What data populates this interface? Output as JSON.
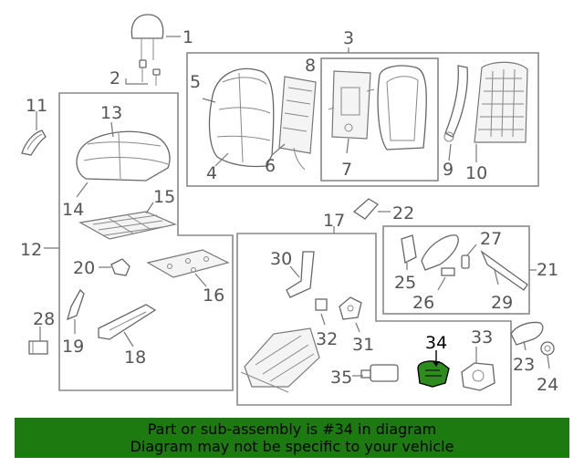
{
  "callouts": {
    "c1": "1",
    "c2": "2",
    "c3": "3",
    "c4": "4",
    "c5": "5",
    "c6": "6",
    "c7": "7",
    "c8": "8",
    "c9": "9",
    "c10": "10",
    "c11": "11",
    "c12": "12",
    "c13": "13",
    "c14": "14",
    "c15": "15",
    "c16": "16",
    "c17": "17",
    "c18": "18",
    "c19": "19",
    "c20": "20",
    "c21": "21",
    "c22": "22",
    "c23": "23",
    "c24": "24",
    "c25": "25",
    "c26": "26",
    "c27": "27",
    "c28": "28",
    "c29": "29",
    "c30": "30",
    "c31": "31",
    "c32": "32",
    "c33": "33",
    "c34": "34",
    "c35": "35"
  },
  "highlight": {
    "part_number": "34",
    "color": "#2e8b1e"
  },
  "banner": {
    "line1": "Part or sub-assembly is #34 in diagram",
    "line2": "Diagram may not be specific to your vehicle",
    "background": "#1d7a10"
  }
}
